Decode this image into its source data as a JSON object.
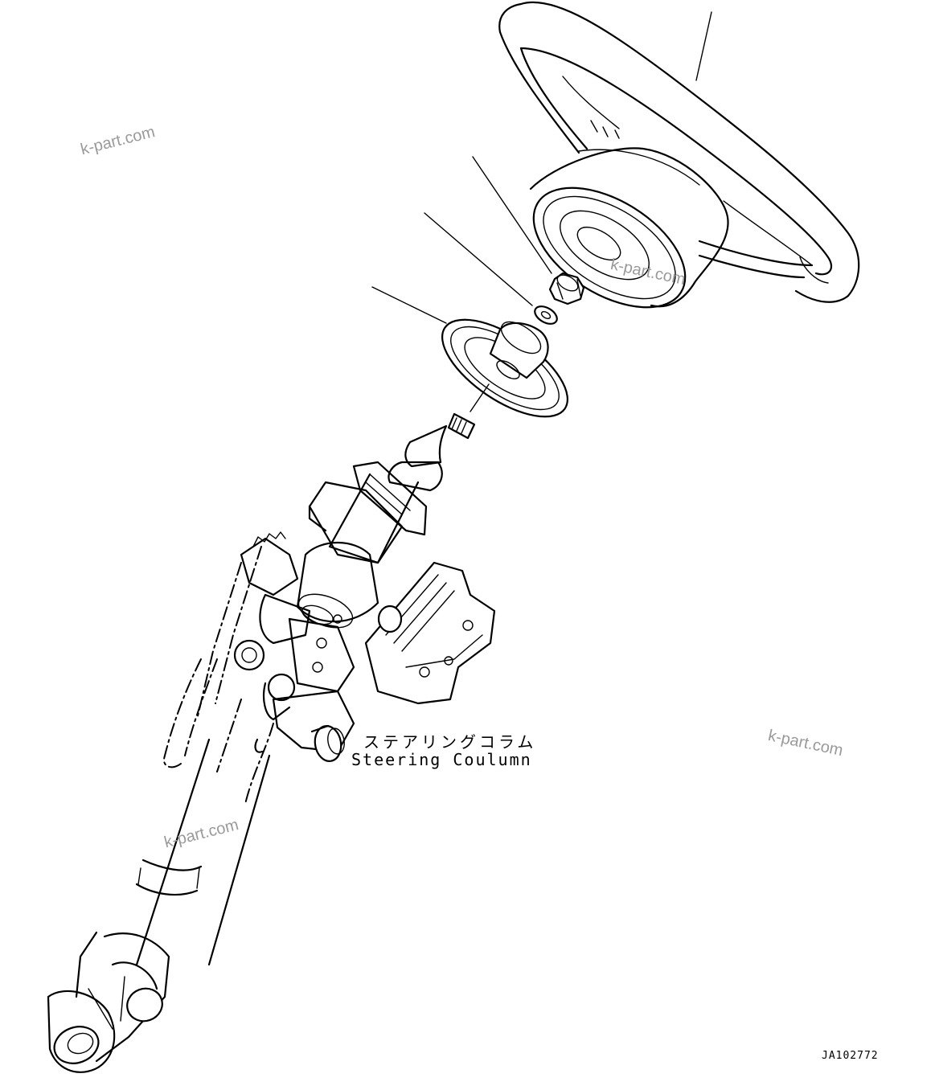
{
  "part_label": {
    "japanese": "ステアリングコラム",
    "english": "Steering Coulumn"
  },
  "figure_code": "JA102772",
  "watermarks": [
    "k-part.com",
    "k-part.com",
    "k-part.com",
    "k-part.com"
  ],
  "parts": [
    "steering-wheel",
    "nut",
    "washer",
    "cover-plate",
    "steering-column"
  ]
}
